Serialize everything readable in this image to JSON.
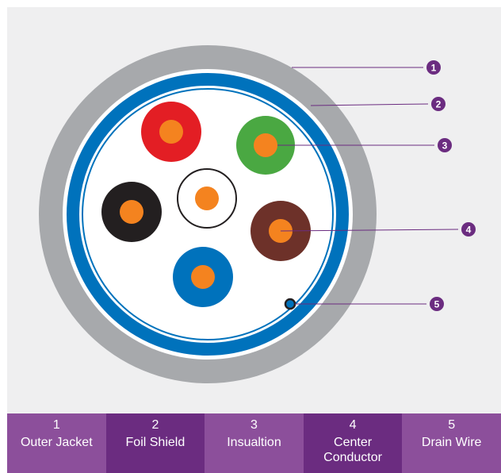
{
  "colors": {
    "jacket": "#a7a9ac",
    "foil_shield": "#0072bc",
    "insulation_fill": "#ffffff",
    "conductor": "#f4831f",
    "callout": "#6b2c80",
    "legend_light": "#8c4f9b",
    "legend_dark": "#6b2c80"
  },
  "wires": [
    {
      "color_name": "red",
      "insulation": "#e31e24"
    },
    {
      "color_name": "green",
      "insulation": "#4aa842"
    },
    {
      "color_name": "black",
      "insulation": "#231f20"
    },
    {
      "color_name": "white",
      "insulation": "#ffffff"
    },
    {
      "color_name": "brown",
      "insulation": "#6d3129"
    },
    {
      "color_name": "blue",
      "insulation": "#0072bc"
    }
  ],
  "callouts": [
    "1",
    "2",
    "3",
    "4",
    "5"
  ],
  "legend": [
    {
      "number": "1",
      "label": "Outer Jacket"
    },
    {
      "number": "2",
      "label": "Foil Shield"
    },
    {
      "number": "3",
      "label": "Insualtion"
    },
    {
      "number": "4",
      "label": "Center\nConductor"
    },
    {
      "number": "5",
      "label": "Drain Wire"
    }
  ]
}
